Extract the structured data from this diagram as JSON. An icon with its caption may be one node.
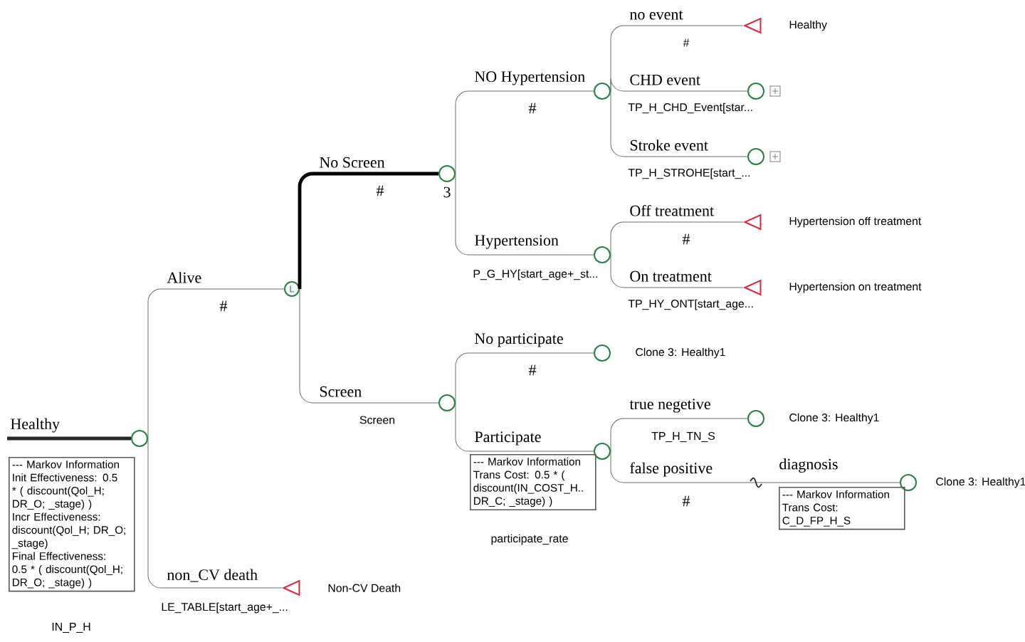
{
  "diagram": {
    "nodes": [
      {
        "text": [],
        "shape": "circle"
      },
      {
        "text": [
          "--- Markov Information",
          "Init Effectiveness: 0.5 * ( discount(Qol_H; DR_O; _stage) )",
          "Incr Effectiveness: discount(Qol_H; DR_O; _stage)",
          "Final Effectiveness: 0.5 * ( discount(Qol_H; DR_O; _stage) )"
        ]
      },
      {
        "text": [
          "L"
        ]
      },
      {
        "text": [],
        "shape": "circle",
        "beside": [
          "3"
        ]
      },
      {
        "text": [],
        "shape": "circle"
      },
      {
        "text": [],
        "shape": "triangle",
        "beside": [
          "Healthy"
        ]
      },
      {
        "text": [],
        "shape": "circle"
      },
      {
        "text": [],
        "shape": "circle"
      },
      {
        "text": [],
        "shape": "circle"
      },
      {
        "text": [],
        "shape": "triangle",
        "beside": [
          "Hypertension off treatment"
        ]
      },
      {
        "text": [],
        "shape": "triangle",
        "beside": [
          "Hypertension on treatment"
        ]
      },
      {
        "text": [],
        "shape": "circle"
      },
      {
        "text": [],
        "shape": "circle",
        "beside": [
          "Clone 3: Healthy1"
        ]
      },
      {
        "text": [],
        "shape": "circle"
      },
      {
        "text": [
          "--- Markov Information",
          "Trans Cost: 0.5 * ( discount(IN_COST_H.. DR_C; _stage) )"
        ]
      },
      {
        "text": [],
        "shape": "circle",
        "beside": [
          "Clone 3: Healthy1"
        ]
      },
      {
        "text": [],
        "shape": "circle",
        "beside": [
          "Clone 3: Healthy1"
        ]
      },
      {
        "text": [
          "--- Markov Information",
          "Trans Cost: C_D_FP_H_S"
        ]
      },
      {
        "text": [],
        "shape": "triangle",
        "beside": [
          "Non-CV Death"
        ]
      }
    ],
    "edges": [
      {
        "from": null,
        "to": 0,
        "arrow": "none",
        "label": "Healthy",
        "style": "thick",
        "color": "#282828"
      },
      {
        "from": 0,
        "to": 2,
        "arrow": "none",
        "label": "Alive"
      },
      {
        "from": 0,
        "to": 18,
        "arrow": "none",
        "label": "non_CV death"
      },
      {
        "from": 2,
        "to": 3,
        "arrow": "none",
        "label": "No Screen",
        "style": "thick",
        "color": "#000000"
      },
      {
        "from": 2,
        "to": 11,
        "arrow": "none",
        "label": "Screen"
      },
      {
        "from": 3,
        "to": 4,
        "arrow": "none",
        "label": "NO Hypertension"
      },
      {
        "from": 3,
        "to": 8,
        "arrow": "none",
        "label": "Hypertension"
      },
      {
        "from": 4,
        "to": 5,
        "arrow": "none",
        "label": "no event"
      },
      {
        "from": 4,
        "to": 6,
        "arrow": "none",
        "label": "CHD event"
      },
      {
        "from": 4,
        "to": 7,
        "arrow": "none",
        "label": "Stroke  event"
      },
      {
        "from": 8,
        "to": 9,
        "arrow": "none",
        "label": "Off treatment"
      },
      {
        "from": 8,
        "to": 10,
        "arrow": "none",
        "label": "On treatment"
      },
      {
        "from": 11,
        "to": 12,
        "arrow": "none",
        "label": "No participate"
      },
      {
        "from": 11,
        "to": 13,
        "arrow": "none",
        "label": "Participate"
      },
      {
        "from": 13,
        "to": 15,
        "arrow": "none",
        "label": "true negetive"
      },
      {
        "from": 13,
        "to": 16,
        "arrow": "none",
        "label": "false positive"
      }
    ],
    "labels": [
      "#",
      "#",
      "TP_H_CHD_Event[star...",
      "TP_H_STROHE[start_...",
      "#",
      "P_G_HY[start_age+_st...",
      "#",
      "TP_HY_ONT[start_age...",
      "#",
      "#",
      "Screen",
      "TP_H_TN_S",
      "diagnosis",
      "#",
      "participate_rate",
      "IN_P_H",
      "LE_TABLE[start_age+_..."
    ]
  }
}
